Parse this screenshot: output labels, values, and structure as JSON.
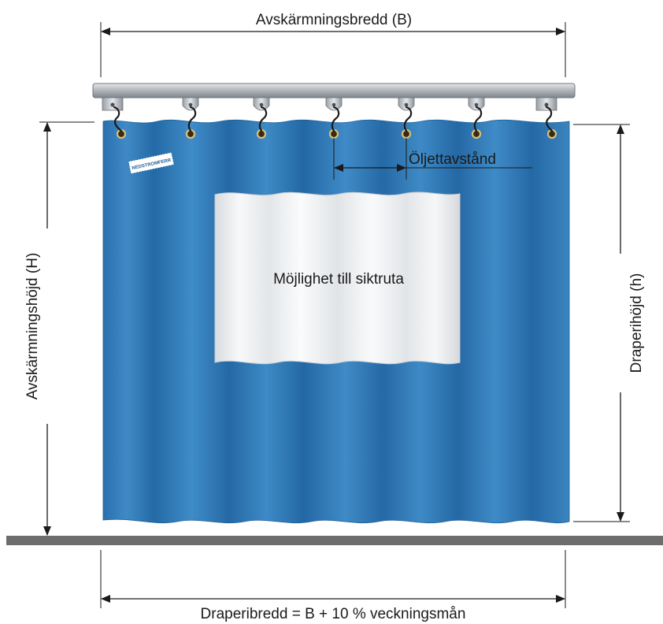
{
  "labels": {
    "screen_width": "Avskärmningsbredd (B)",
    "screen_height": "Avskärmningshöjd (H)",
    "drape_height": "Draperihöjd (h)",
    "eyelet_distance": "Öljettavstånd",
    "window_option": "Möjlighet till siktruta",
    "drape_width": "Draperibredd = B + 10 % veckningsmån"
  },
  "brand_tag": "NEDSTROMFERR",
  "colors": {
    "curtain": "#2d78b6",
    "curtain_dark": "#1f5f97",
    "curtain_light": "#4e97cf",
    "window": "#f2f3f5",
    "rail": "#b9bec4",
    "floor": "#6d6d6d",
    "line": "#1a1a1a"
  },
  "hook_count": 7
}
